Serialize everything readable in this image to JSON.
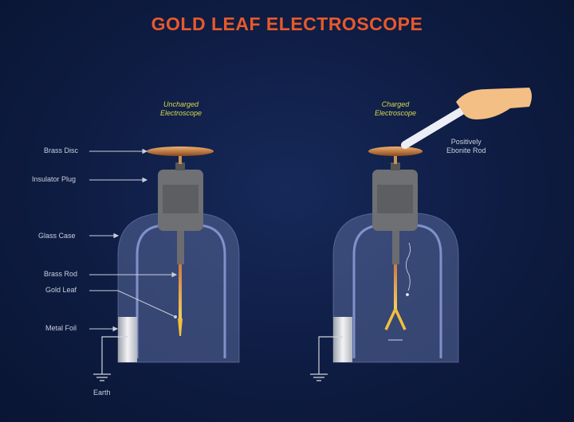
{
  "title": "GOLD LEAF ELECTROSCOPE",
  "left": {
    "caption_line1": "Uncharged",
    "caption_line2": "Electroscope"
  },
  "right": {
    "caption_line1": "Charged",
    "caption_line2": "Electroscope",
    "rod_line1": "Positively",
    "rod_line2": "Ebonite Rod"
  },
  "labels": {
    "brass_disc": "Brass Disc",
    "insulator_plug": "Insulator Plug",
    "glass_case": "Glass Case",
    "brass_rod": "Brass Rod",
    "gold_leaf": "Gold Leaf",
    "metal_foil": "Metal Foil",
    "earth": "Earth"
  },
  "colors": {
    "title": "#e8592b",
    "caption": "#d8d84a",
    "gold": "#e8b04a",
    "background": "#0e1c42"
  }
}
